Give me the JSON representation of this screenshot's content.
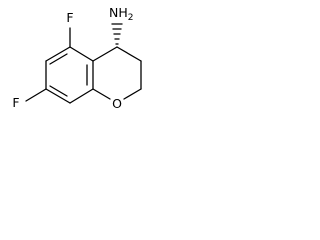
{
  "molecule": {
    "labels": {
      "fluoro_top": "F",
      "fluoro_left": "F",
      "amine": "NH",
      "amine_subscript": "2",
      "ring_oxygen": "O"
    },
    "stereo_bond": "hashed wedge",
    "ink_color": "#000000",
    "background_color": "#ffffff"
  }
}
